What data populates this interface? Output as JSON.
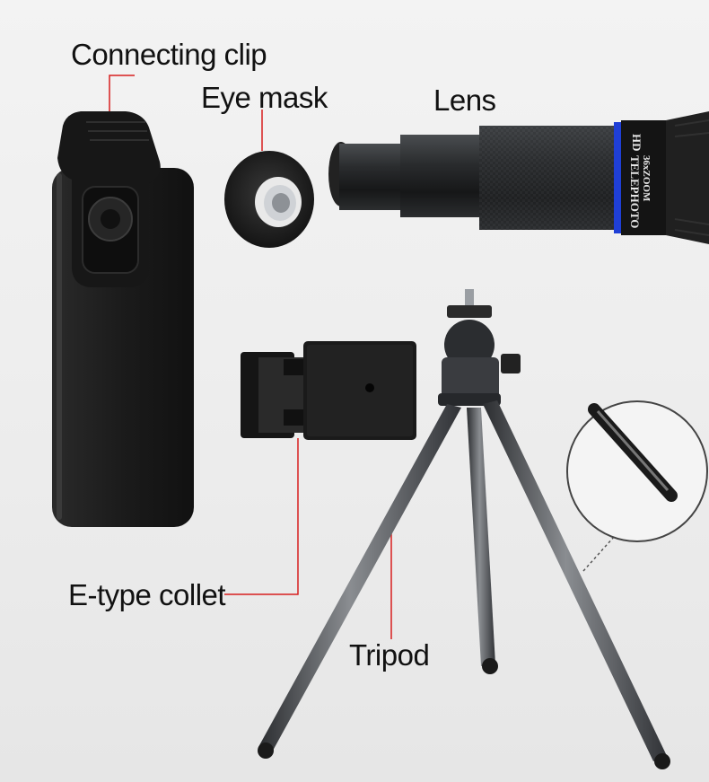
{
  "labels": {
    "connecting_clip": "Connecting clip",
    "eye_mask": "Eye mask",
    "lens": "Lens",
    "e_type_collet": "E-type collet",
    "tripod": "Tripod"
  },
  "lens_markings": {
    "hd": "HD",
    "zoom": "36xZOOM",
    "telephoto": "TELEPHOTO"
  },
  "colors": {
    "background": "#efefef",
    "leader_line": "#d81e1e",
    "product_black": "#1a1a1a",
    "lens_ring": "#1f3fd6",
    "tripod_metal": "#5c5f63"
  }
}
